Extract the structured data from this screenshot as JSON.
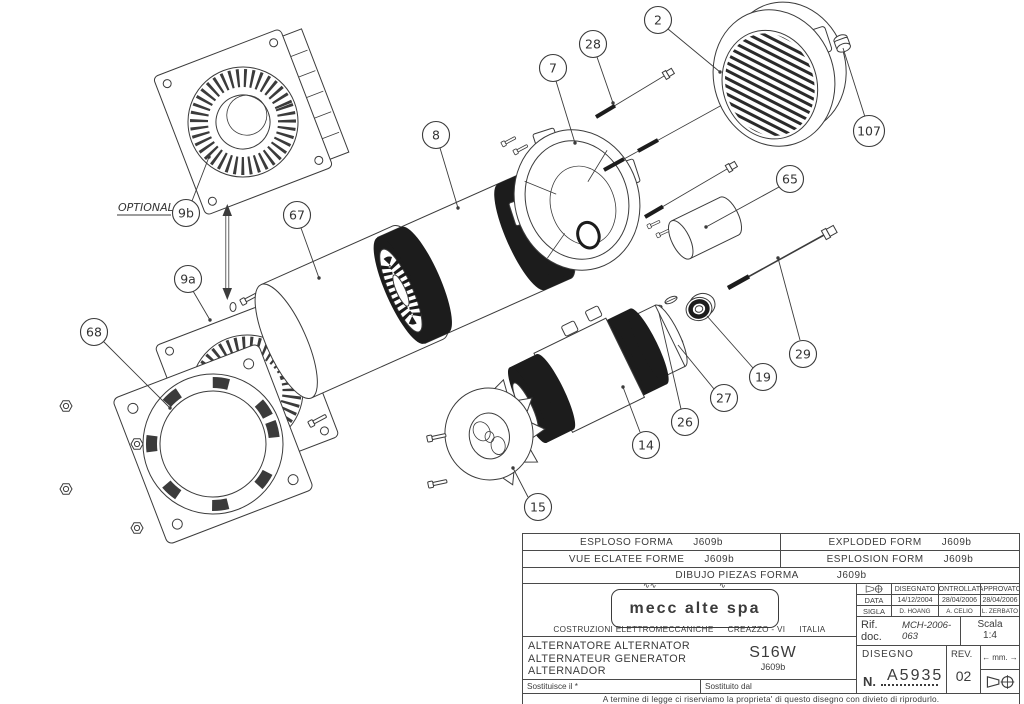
{
  "page": {
    "background": "#ffffff",
    "line_color": "#3b3b3b"
  },
  "drawing": {
    "optional_label": "OPTIONAL",
    "balloons": [
      "9b",
      "67",
      "9a",
      "68",
      "8",
      "7",
      "28",
      "2",
      "107",
      "65",
      "29",
      "19",
      "27",
      "26",
      "14",
      "15"
    ]
  },
  "title_block": {
    "forms": [
      {
        "label": "ESPLOSO FORMA",
        "value": "J609b"
      },
      {
        "label": "EXPLODED FORM",
        "value": "J609b"
      },
      {
        "label": "VUE ECLATEE FORME",
        "value": "J609b"
      },
      {
        "label": "ESPLOSION FORM",
        "value": "J609b"
      },
      {
        "label": "DIBUJO PIEZAS FORMA",
        "value": "J609b"
      }
    ],
    "logo_text": "mecc alte spa",
    "company_line": {
      "name": "COSTRUZIONI ELETTROMECCANICHE",
      "city": "CREAZZO - VI",
      "country": "ITALIA"
    },
    "approvals": {
      "col_headers": [
        "DISEGNATO",
        "CONTROLLATO",
        "APPROVATO"
      ],
      "row_data_label": "DATA",
      "dates": [
        "14/12/2004",
        "28/04/2006",
        "28/04/2006"
      ],
      "row_sigla_label": "SIGLA",
      "names": [
        "D. HOANG",
        "A. CELIO",
        "L. ZERBATO"
      ]
    },
    "rif_doc": {
      "label": "Rif. doc.",
      "value": "MCH-2006-063"
    },
    "scala": {
      "label": "Scala",
      "value": "1:4"
    },
    "product": {
      "names": [
        "ALTERNATORE ALTERNATOR",
        "ALTERNATEUR GENERATOR",
        "ALTERNADOR"
      ],
      "model": "S16W",
      "form": "J609b"
    },
    "disegno": {
      "label": "DISEGNO",
      "n_label": "N.",
      "number": "A5935"
    },
    "rev": {
      "label": "REV.",
      "value": "02"
    },
    "units": "mm.",
    "sostituisce_label": "Sostituisce il *",
    "sostituito_label": "Sostituito dal",
    "disclaimer": "A termine di legge ci riserviamo la proprieta' di questo disegno con divieto di riprodurlo."
  }
}
